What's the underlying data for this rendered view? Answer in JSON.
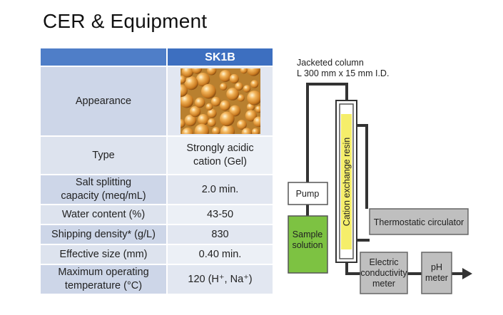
{
  "title": "CER & Equipment",
  "table": {
    "column_header": "SK1B",
    "rows": [
      {
        "label": "Appearance",
        "value": ""
      },
      {
        "label": "Type",
        "value_lines": [
          "Strongly acidic",
          "cation (Gel)"
        ]
      },
      {
        "label_lines": [
          "Salt splitting",
          "capacity (meq/mL)"
        ],
        "value": "2.0 min."
      },
      {
        "label": "Water content (%)",
        "value": "43-50"
      },
      {
        "label": "Shipping density* (g/L)",
        "value": "830"
      },
      {
        "label": "Effective size (mm)",
        "value": "0.40 min."
      },
      {
        "label_lines": [
          "Maximum operating",
          "temperature (°C)"
        ],
        "value": "120 (H⁺, Na⁺)"
      }
    ]
  },
  "diagram": {
    "column_label_lines": [
      "Jacketed column",
      "L 300 mm x 15 mm I.D."
    ],
    "resin_label": "Cation exchange resin",
    "pump": "Pump",
    "sample_lines": [
      "Sample",
      "solution"
    ],
    "thermostat": "Thermostatic circulator",
    "conductivity_lines": [
      "Electric",
      "conductivity",
      "meter"
    ],
    "ph_lines": [
      "pH",
      "meter"
    ],
    "colors": {
      "sample_fill": "#7dc242",
      "resin_fill": "#f5ee6a",
      "box_fill": "#bfbfbf",
      "pipe": "#333333"
    }
  }
}
